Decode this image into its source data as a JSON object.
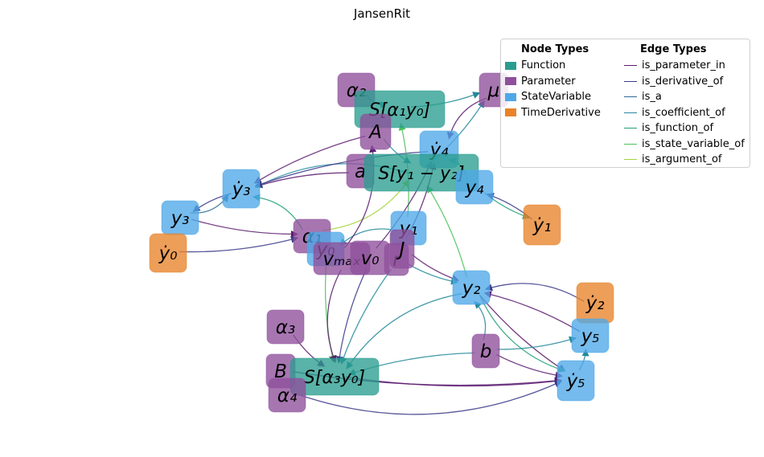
{
  "title": "JansenRit",
  "legend": {
    "node_header": "Node Types",
    "edge_header": "Edge Types",
    "node_types": [
      {
        "label": "Function",
        "color": "#2a9d8f"
      },
      {
        "label": "Parameter",
        "color": "#8e4f9b"
      },
      {
        "label": "StateVariable",
        "color": "#4ea8e8"
      },
      {
        "label": "TimeDerivative",
        "color": "#e8832a"
      }
    ],
    "edge_types": [
      {
        "label": "is_parameter_in",
        "color": "#5b1a6e"
      },
      {
        "label": "is_derivative_of",
        "color": "#3b3a8a"
      },
      {
        "label": "is_a",
        "color": "#2d6a9a"
      },
      {
        "label": "is_coefficient_of",
        "color": "#23899a"
      },
      {
        "label": "is_function_of",
        "color": "#21a07a"
      },
      {
        "label": "is_state_variable_of",
        "color": "#4cc25a"
      },
      {
        "label": "is_argument_of",
        "color": "#a4d63a"
      }
    ]
  },
  "nodes": [
    {
      "id": "alpha2",
      "label": "α₂",
      "type": "Parameter"
    },
    {
      "id": "S_a1y0",
      "label": "S[α₁y₀]",
      "type": "Function"
    },
    {
      "id": "mu",
      "label": "μ",
      "type": "Parameter"
    },
    {
      "id": "A",
      "label": "A",
      "type": "Parameter"
    },
    {
      "id": "dy4",
      "label": "ẏ₄",
      "type": "StateVariable"
    },
    {
      "id": "a",
      "label": "a",
      "type": "Parameter"
    },
    {
      "id": "S_y1y2",
      "label": "S[y₁ − y₂]",
      "type": "Function"
    },
    {
      "id": "y4",
      "label": "y₄",
      "type": "StateVariable"
    },
    {
      "id": "dy3",
      "label": "ẏ₃",
      "type": "StateVariable"
    },
    {
      "id": "y3",
      "label": "y₃",
      "type": "StateVariable"
    },
    {
      "id": "dy1",
      "label": "ẏ₁",
      "type": "TimeDerivative"
    },
    {
      "id": "dy0",
      "label": "ẏ₀",
      "type": "TimeDerivative"
    },
    {
      "id": "y1",
      "label": "y₁",
      "type": "StateVariable"
    },
    {
      "id": "alpha1",
      "label": "α₁",
      "type": "Parameter"
    },
    {
      "id": "y0",
      "label": "y₀",
      "type": "StateVariable"
    },
    {
      "id": "vmax",
      "label": "vₘₐₓ",
      "type": "Parameter"
    },
    {
      "id": "v0",
      "label": "v₀",
      "type": "Parameter"
    },
    {
      "id": "r",
      "label": "r",
      "type": "Parameter"
    },
    {
      "id": "J",
      "label": "J",
      "type": "Parameter"
    },
    {
      "id": "y2",
      "label": "y₂",
      "type": "StateVariable"
    },
    {
      "id": "dy2",
      "label": "ẏ₂",
      "type": "TimeDerivative"
    },
    {
      "id": "y5",
      "label": "y₅",
      "type": "StateVariable"
    },
    {
      "id": "alpha3",
      "label": "α₃",
      "type": "Parameter"
    },
    {
      "id": "b",
      "label": "b",
      "type": "Parameter"
    },
    {
      "id": "B",
      "label": "B",
      "type": "Parameter"
    },
    {
      "id": "S_a3y0",
      "label": "S[α₃y₀]",
      "type": "Function"
    },
    {
      "id": "dy5",
      "label": "ẏ₅",
      "type": "StateVariable"
    },
    {
      "id": "alpha4",
      "label": "α₄",
      "type": "Parameter"
    }
  ],
  "edges": [
    {
      "from": "alpha2",
      "to": "S_a1y0",
      "type": "is_coefficient_of"
    },
    {
      "from": "S_a1y0",
      "to": "mu",
      "type": "is_coefficient_of"
    },
    {
      "from": "S_y1y2",
      "to": "mu",
      "type": "is_coefficient_of"
    },
    {
      "from": "mu",
      "to": "dy4",
      "type": "is_parameter_in"
    },
    {
      "from": "A",
      "to": "dy3",
      "type": "is_parameter_in"
    },
    {
      "from": "a",
      "to": "dy3",
      "type": "is_parameter_in"
    },
    {
      "from": "S_y1y2",
      "to": "dy3",
      "type": "is_coefficient_of"
    },
    {
      "from": "dy4",
      "to": "dy3",
      "type": "is_derivative_of"
    },
    {
      "from": "dy3",
      "to": "y3",
      "type": "is_derivative_of"
    },
    {
      "from": "y3",
      "to": "dy3",
      "type": "is_a"
    },
    {
      "from": "y3",
      "to": "alpha1",
      "type": "is_parameter_in"
    },
    {
      "from": "dy0",
      "to": "alpha1",
      "type": "is_derivative_of"
    },
    {
      "from": "alpha1",
      "to": "dy3",
      "type": "is_function_of"
    },
    {
      "from": "y4",
      "to": "dy1",
      "type": "is_function_of"
    },
    {
      "from": "dy1",
      "to": "y4",
      "type": "is_derivative_of"
    },
    {
      "from": "y1",
      "to": "y0",
      "type": "is_coefficient_of"
    },
    {
      "from": "J",
      "to": "y2",
      "type": "is_parameter_in"
    },
    {
      "from": "r",
      "to": "y2",
      "type": "is_coefficient_of"
    },
    {
      "from": "dy2",
      "to": "y2",
      "type": "is_derivative_of"
    },
    {
      "from": "y5",
      "to": "y2",
      "type": "is_parameter_in"
    },
    {
      "from": "y2",
      "to": "dy5",
      "type": "is_parameter_in"
    },
    {
      "from": "y2",
      "to": "dy5",
      "type": "is_function_of"
    },
    {
      "from": "b",
      "to": "y5",
      "type": "is_coefficient_of"
    },
    {
      "from": "b",
      "to": "dy5",
      "type": "is_parameter_in"
    },
    {
      "from": "b",
      "to": "y2",
      "type": "is_coefficient_of"
    },
    {
      "from": "S_a3y0",
      "to": "dy5",
      "type": "is_parameter_in"
    },
    {
      "from": "B",
      "to": "dy5",
      "type": "is_parameter_in"
    },
    {
      "from": "alpha4",
      "to": "dy5",
      "type": "is_derivative_of"
    },
    {
      "from": "alpha3",
      "to": "S_a3y0",
      "type": "is_parameter_in"
    },
    {
      "from": "y0",
      "to": "S_a3y0",
      "type": "is_state_variable_of"
    },
    {
      "from": "vmax",
      "to": "S_a3y0",
      "type": "is_parameter_in"
    },
    {
      "from": "v0",
      "to": "S_a3y0",
      "type": "is_derivative_of"
    },
    {
      "from": "r",
      "to": "S_a3y0",
      "type": "is_coefficient_of"
    },
    {
      "from": "y2",
      "to": "S_a3y0",
      "type": "is_coefficient_of"
    },
    {
      "from": "b",
      "to": "S_a3y0",
      "type": "is_coefficient_of"
    },
    {
      "from": "y1",
      "to": "S_a1y0",
      "type": "is_state_variable_of"
    },
    {
      "from": "alpha1",
      "to": "S_y1y2",
      "type": "is_argument_of"
    },
    {
      "from": "y2",
      "to": "S_y1y2",
      "type": "is_state_variable_of"
    },
    {
      "from": "A",
      "to": "S_y1y2",
      "type": "is_coefficient_of"
    },
    {
      "from": "vmax",
      "to": "A",
      "type": "is_parameter_in"
    },
    {
      "from": "v0",
      "to": "dy4",
      "type": "is_parameter_in"
    },
    {
      "from": "J",
      "to": "dy4",
      "type": "is_parameter_in"
    },
    {
      "from": "y4",
      "to": "dy4",
      "type": "is_function_of"
    },
    {
      "from": "dy5",
      "to": "y5",
      "type": "is_coefficient_of"
    }
  ]
}
